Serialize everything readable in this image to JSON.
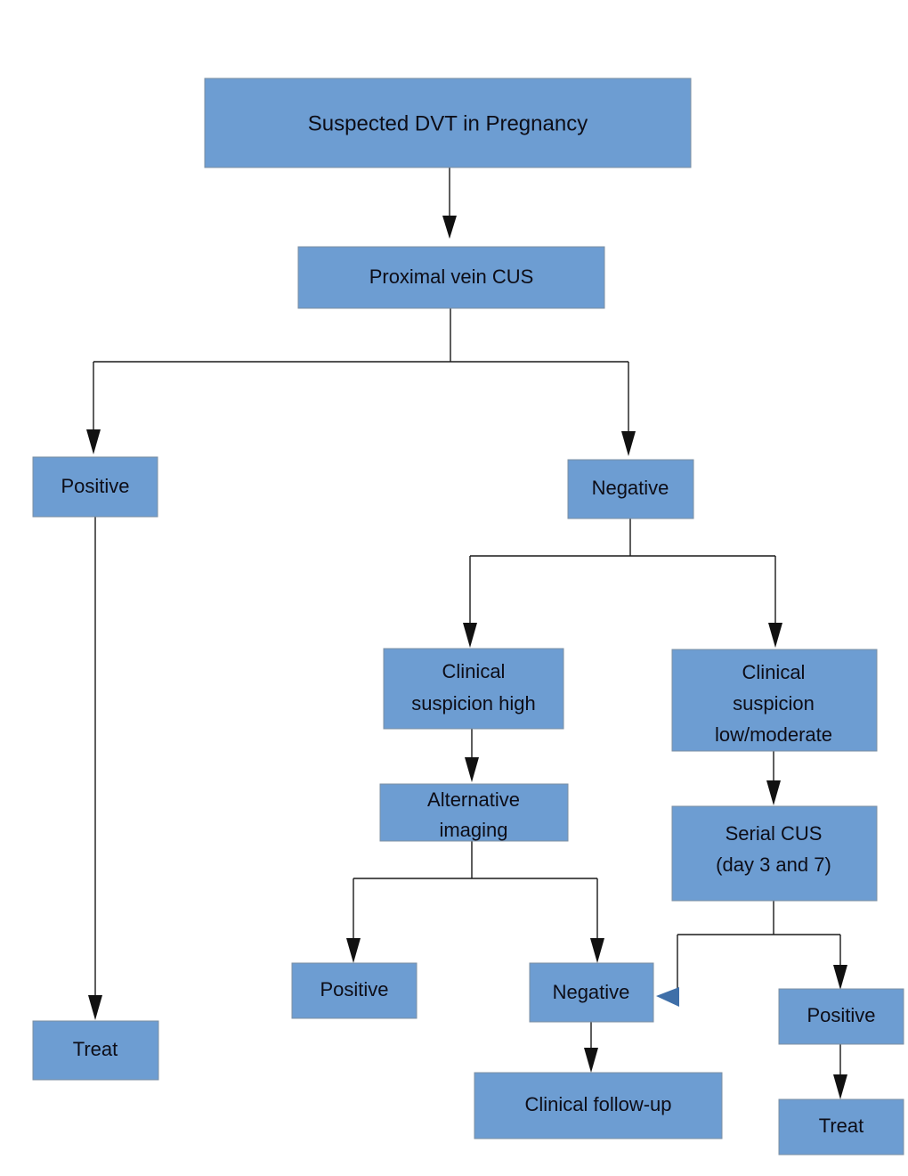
{
  "diagram": {
    "title": "Suspected DVT in Pregnancy diagnostic algorithm",
    "colors": {
      "node_fill": "#6d9dd2",
      "node_stroke": "#7b8fa3",
      "text": "#0d0d17",
      "edge": "#1a1a1a",
      "blue_arrowhead": "#3f6fa8",
      "background": "#ffffff"
    },
    "nodes": {
      "root": {
        "label": "Suspected DVT in Pregnancy"
      },
      "proximal_cus": {
        "label": "Proximal vein CUS"
      },
      "cus_positive": {
        "label": "Positive"
      },
      "cus_negative": {
        "label": "Negative"
      },
      "treat_left": {
        "label": "Treat"
      },
      "suspicion_high_line1": {
        "label": "Clinical"
      },
      "suspicion_high_line2": {
        "label": "suspicion high"
      },
      "suspicion_low_line1": {
        "label": "Clinical"
      },
      "suspicion_low_line2": {
        "label": "suspicion"
      },
      "suspicion_low_line3": {
        "label": "low/moderate"
      },
      "alt_imaging_line1": {
        "label": "Alternative"
      },
      "alt_imaging_line2": {
        "label": "imaging"
      },
      "serial_cus_line1": {
        "label": "Serial CUS"
      },
      "serial_cus_line2": {
        "label": "(day 3 and 7)"
      },
      "alt_positive": {
        "label": "Positive"
      },
      "alt_negative": {
        "label": "Negative"
      },
      "clinical_followup": {
        "label": "Clinical follow-up"
      },
      "serial_positive": {
        "label": "Positive"
      },
      "treat_right": {
        "label": "Treat"
      }
    }
  }
}
